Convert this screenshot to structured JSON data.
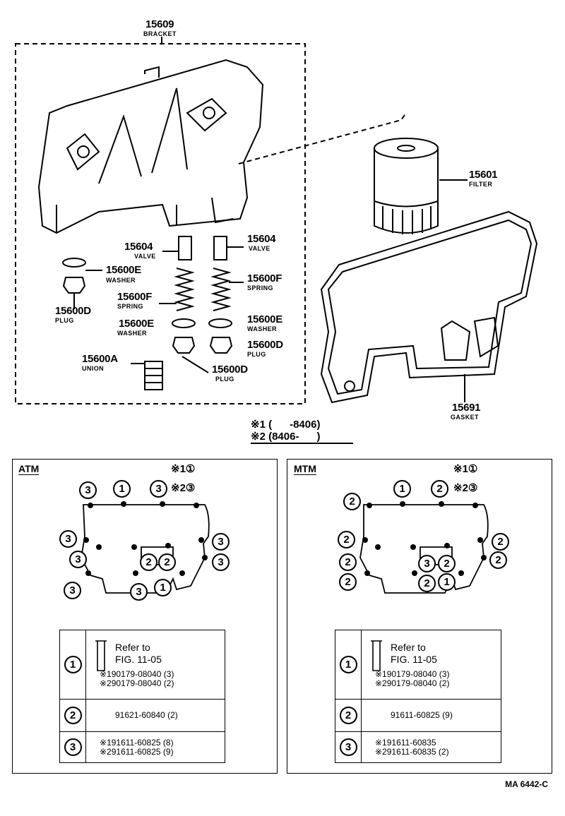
{
  "parts": {
    "bracket": {
      "num": "15609",
      "name": "BRACKET"
    },
    "filter": {
      "num": "15601",
      "name": "FILTER"
    },
    "gasket": {
      "num": "15691",
      "name": "GASKET"
    },
    "valve_left": {
      "num": "15604",
      "name": "VALVE"
    },
    "valve_right": {
      "num": "15604",
      "name": "VALVE"
    },
    "washer_left": {
      "num": "15600E",
      "name": "WASHER"
    },
    "plug_left": {
      "num": "15600D",
      "name": "PLUG"
    },
    "spring_left": {
      "num": "15600F",
      "name": "SPRING"
    },
    "spring_right": {
      "num": "15600F",
      "name": "SPRING"
    },
    "washer_mid": {
      "num": "15600E",
      "name": "WASHER"
    },
    "washer_right": {
      "num": "15600E",
      "name": "WASHER"
    },
    "plug_right": {
      "num": "15600D",
      "name": "PLUG"
    },
    "union": {
      "num": "15600A",
      "name": "UNION"
    },
    "plug_mid": {
      "num": "15600D",
      "name": "PLUG"
    }
  },
  "legend": {
    "line1": "※1 (      -8406)",
    "line2": "※2 (8406-      )"
  },
  "atm": {
    "title": "ATM",
    "key1": "※1①",
    "key2": "※2③",
    "circles": [
      "3",
      "1",
      "3",
      "3",
      "3",
      "3",
      "3",
      "2",
      "2",
      "3",
      "3",
      "1"
    ],
    "rows": {
      "r1": {
        "num": "1",
        "refer": "Refer to",
        "fig": "FIG. 11-05",
        "a": "※190179-08040 (3)",
        "b": "※290179-08040 (2)"
      },
      "r2": {
        "num": "2",
        "text": "91621-60840 (2)"
      },
      "r3": {
        "num": "3",
        "a": "※191611-60825 (8)",
        "b": "※291611-60825 (9)"
      }
    }
  },
  "mtm": {
    "title": "MTM",
    "key1": "※1①",
    "key2": "※2③",
    "circles": [
      "2",
      "1",
      "2",
      "2",
      "2",
      "2",
      "2",
      "2",
      "3",
      "2",
      "2",
      "1"
    ],
    "rows": {
      "r1": {
        "num": "1",
        "refer": "Refer to",
        "fig": "FIG. 11-05",
        "a": "※190179-08040 (3)",
        "b": "※290179-08040 (2)"
      },
      "r2": {
        "num": "2",
        "text": "91611-60825 (9)"
      },
      "r3": {
        "num": "3",
        "a": "※191611-60835",
        "b": "※291611-60835 (2)"
      }
    }
  },
  "code": "MA  6442-C"
}
